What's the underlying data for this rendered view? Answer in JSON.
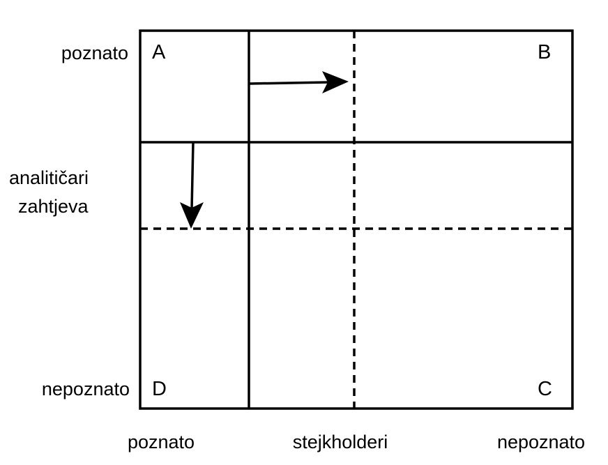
{
  "y_axis": {
    "top_label": "poznato",
    "middle_label_line1": "analitičari",
    "middle_label_line2": "zahtjeva",
    "bottom_label": "nepoznato"
  },
  "x_axis": {
    "left_label": "poznato",
    "middle_label": "stejkholderi",
    "right_label": "nepoznato"
  },
  "corners": {
    "top_left": "A",
    "top_right": "B",
    "bottom_right": "C",
    "bottom_left": "D"
  },
  "colors": {
    "line": "#000000",
    "background": "#ffffff"
  }
}
